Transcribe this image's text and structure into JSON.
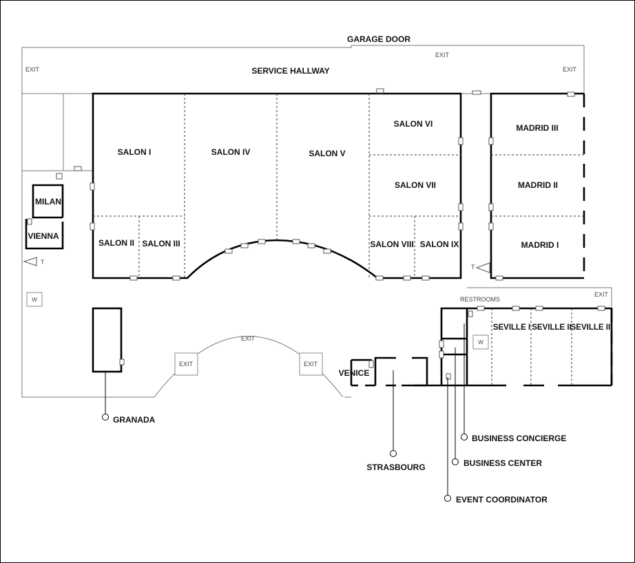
{
  "labels": {
    "garage_door": "GARAGE DOOR",
    "service_hallway": "SERVICE HALLWAY",
    "exit": "EXIT",
    "salon_1": "SALON I",
    "salon_2": "SALON II",
    "salon_3": "SALON III",
    "salon_4": "SALON IV",
    "salon_5": "SALON V",
    "salon_6": "SALON VI",
    "salon_7": "SALON VII",
    "salon_8": "SALON VIII",
    "salon_9": "SALON IX",
    "madrid_3": "MADRID III",
    "madrid_2": "MADRID II",
    "madrid_1": "MADRID I",
    "milan": "MILAN",
    "vienna": "VIENNA",
    "venice": "VENICE",
    "restrooms": "RESTROOMS",
    "seville_1": "SEVILLE I",
    "seville_2": "SEVILLE II",
    "seville_3": "SEVILLE III",
    "granada": "GRANADA",
    "strasbourg": "STRASBOURG",
    "business_concierge": "BUSINESS CONCIERGE",
    "business_center": "BUSINESS CENTER",
    "event_coordinator": "EVENT COORDINATOR",
    "telephone": "T",
    "water": "W"
  }
}
